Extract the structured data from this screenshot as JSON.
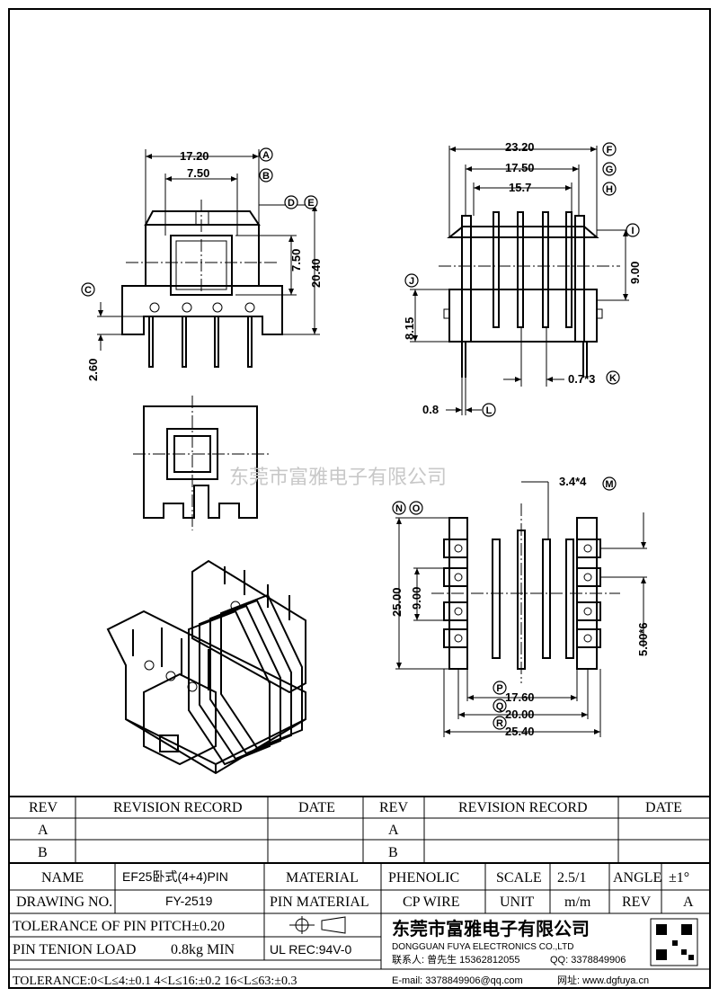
{
  "dimensions": {
    "front": {
      "width_a": "17.20",
      "width_b": "7.50",
      "height_d": "7.50",
      "height_e": "20.40",
      "pin_c": "2.60"
    },
    "side": {
      "width_f": "23.20",
      "width_g": "17.50",
      "width_h": "15.7",
      "height_i": "9.00",
      "height_j": "8.15",
      "pin_k": "0.7*3",
      "pin_l": "0.8"
    },
    "bottom": {
      "slot_m": "3.4*4",
      "height_n": "25.00",
      "inner_o": "9.00",
      "pitch": "5.00*6",
      "width_p": "17.60",
      "width_q": "20.00",
      "width_r": "25.40"
    }
  },
  "markers": [
    "A",
    "B",
    "C",
    "D",
    "E",
    "F",
    "G",
    "H",
    "I",
    "J",
    "K",
    "L",
    "M",
    "N",
    "O",
    "P",
    "Q",
    "R"
  ],
  "watermark": "东莞市富雅电子有限公司",
  "title_block": {
    "rev_header": "REV",
    "record_header": "REVISION RECORD",
    "date_header": "DATE",
    "rev_a": "A",
    "rev_b": "B",
    "name_label": "NAME",
    "name_value": "EF25卧式(4+4)PIN",
    "material_label": "MATERIAL",
    "material_value": "PHENOLIC",
    "scale_label": "SCALE",
    "scale_value": "2.5/1",
    "angle_label": "ANGLE",
    "angle_value": "±1°",
    "drawing_no_label": "DRAWING NO.",
    "drawing_no_value": "FY-2519",
    "pin_material_label": "PIN MATERIAL",
    "pin_material_value": "CP WIRE",
    "unit_label": "UNIT",
    "unit_value": "m/m",
    "rev_label": "REV",
    "rev_value": "A",
    "pitch_tol_label": "TOLERANCE OF PIN PITCH±0.20",
    "tension_label": "PIN TENION LOAD",
    "tension_value": "0.8kg MIN",
    "ul_label": "UL REC:94V-0",
    "company_cn": "东莞市富雅电子有限公司",
    "company_en": "DONGGUAN FUYA ELECTRONICS CO.,LTD",
    "contact": "联系人: 曾先生 15362812055",
    "qq": "QQ: 3378849906",
    "email": "E-mail: 3378849906@qq.com",
    "website": "网址: www.dgfuya.cn",
    "tolerance": "TOLERANCE:0<L≤4:±0.1  4<L≤16:±0.2  16<L≤63:±0.3"
  }
}
